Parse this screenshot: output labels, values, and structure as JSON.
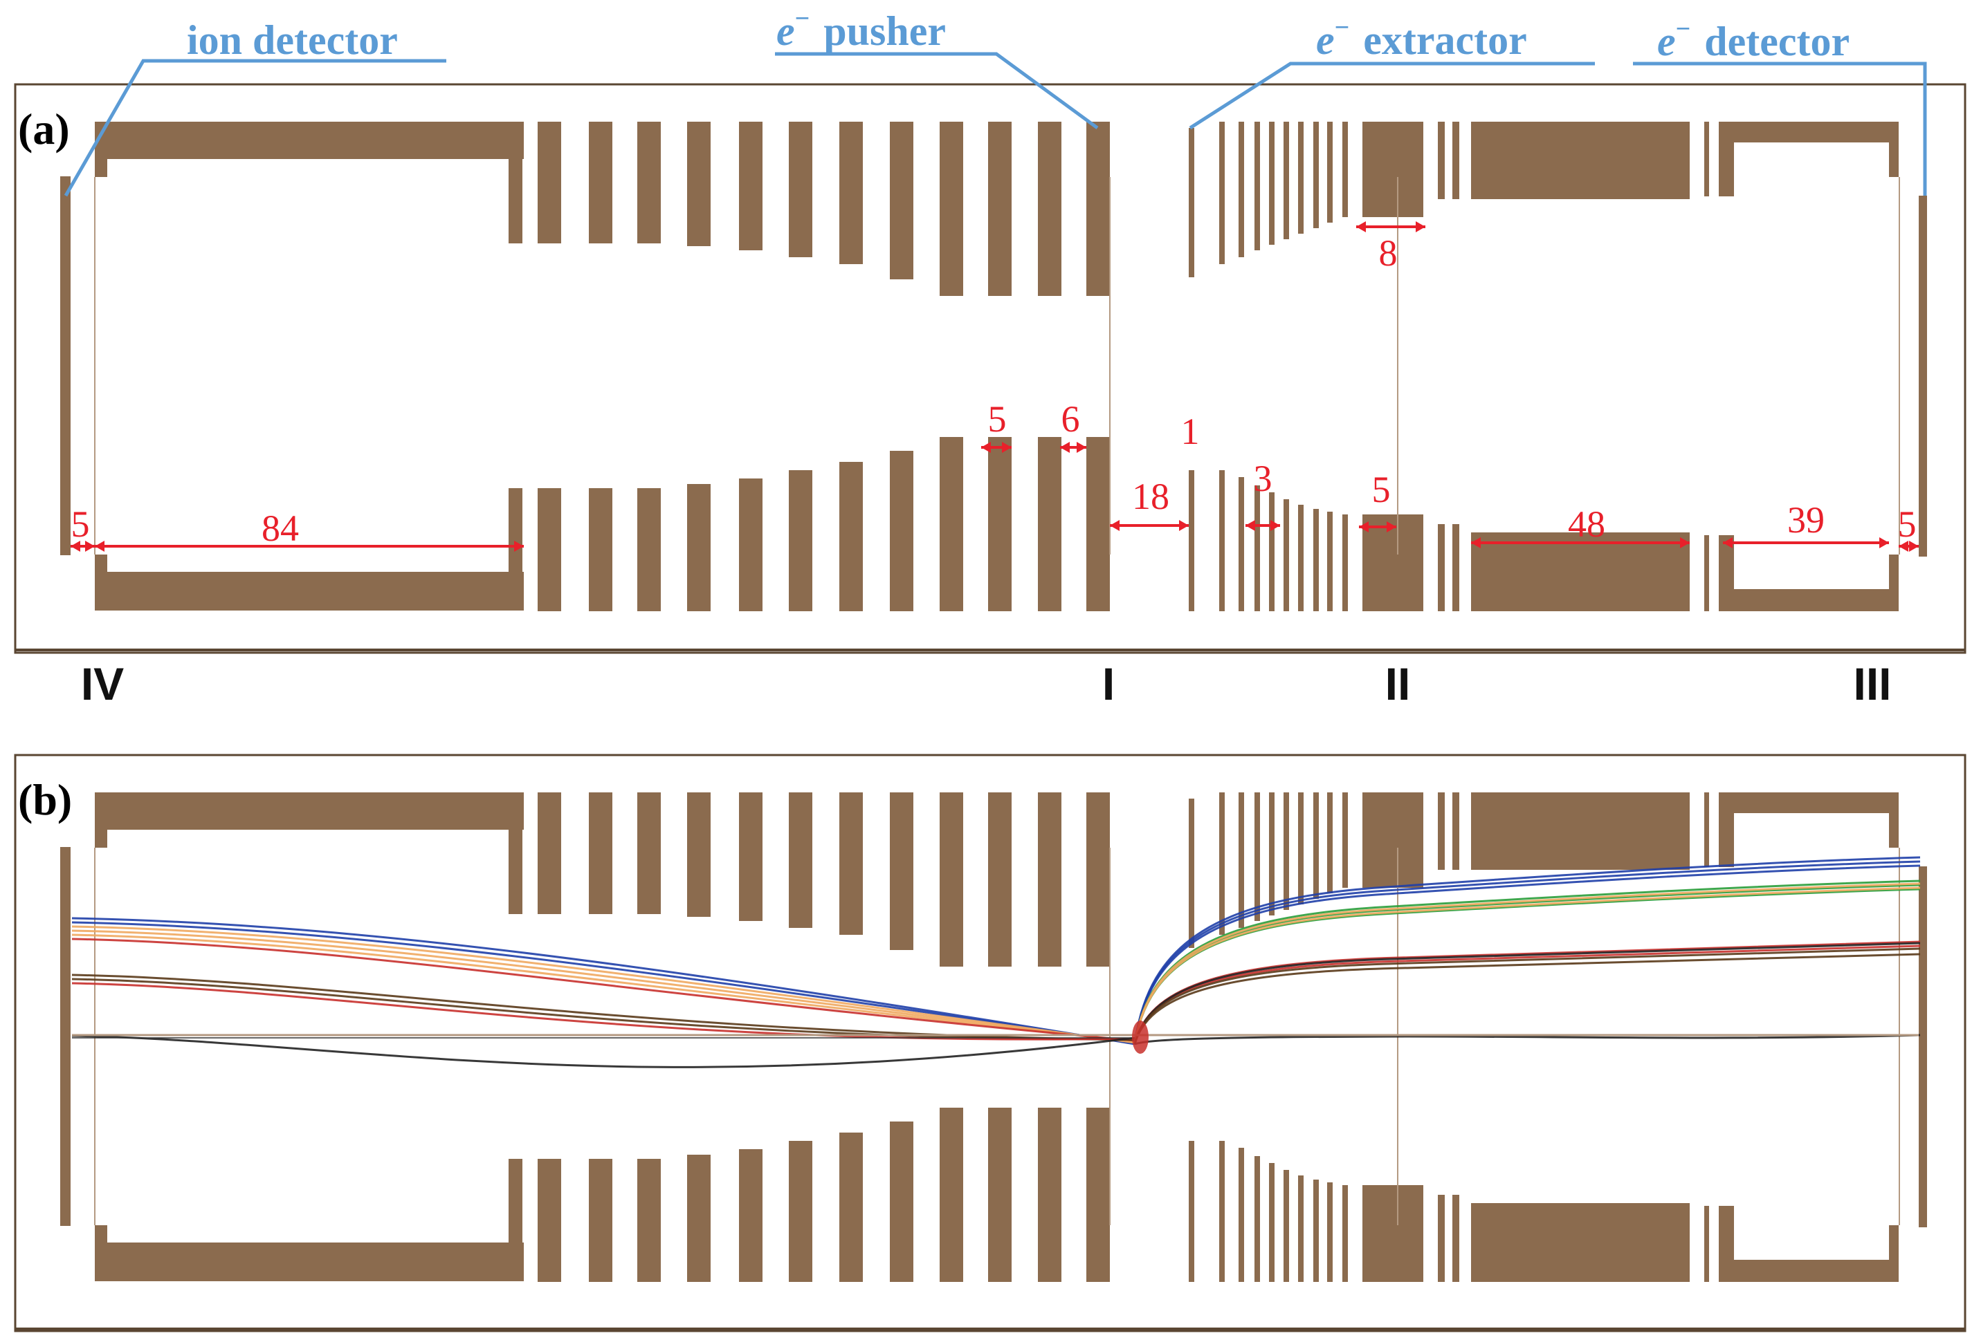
{
  "colors": {
    "electrode": "#8B6B4E",
    "callout": "#5B9BD5",
    "dimension": "#E8202A",
    "frame": "#5a4632",
    "axis": "#b49a82"
  },
  "panel_a": {
    "label": "(a)",
    "callouts": {
      "ion_detector": "ion detector",
      "e_pusher": "pusher",
      "e_extractor": "extractor",
      "e_detector": "detector",
      "e_symbol": "e",
      "minus": "−"
    },
    "dimensions": {
      "d5_left": "5",
      "d84": "84",
      "d5_mid": "5",
      "d6": "6",
      "d1": "1",
      "d18": "18",
      "d3": "3",
      "d5_ext": "5",
      "d8": "8",
      "d48": "48",
      "d39": "39",
      "d5_right": "5"
    },
    "planes": {
      "iv": "IV",
      "i": "I",
      "ii": "II",
      "iii": "III"
    }
  },
  "panel_b": {
    "label": "(b)",
    "trajectory_colors": [
      "#1f3fa8",
      "#2a9d3a",
      "#f0a860",
      "#c8302c",
      "#5a3a1a",
      "#222222"
    ]
  }
}
